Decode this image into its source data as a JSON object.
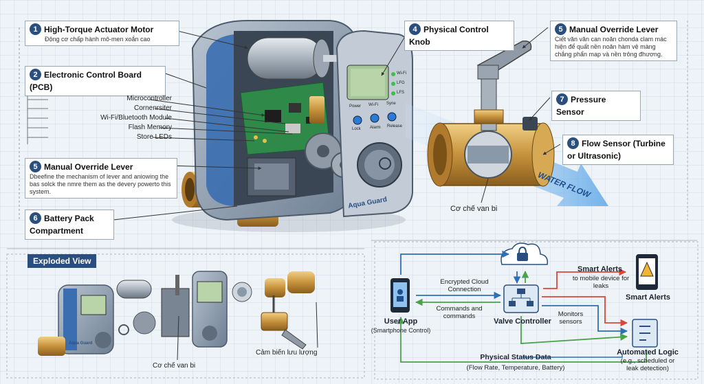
{
  "callouts": {
    "c1": {
      "num": "1",
      "title": "High-Torque Actuator Motor",
      "sub": "Động cơ chấp hành mô-men xoắn cao"
    },
    "c2": {
      "num": "2",
      "title": "Electronic Control Board (PCB)"
    },
    "pcb_items": [
      "Microcontroller",
      "Cornenrsiter",
      "Wi-Fi/Bluetooth Module",
      "Flash Memory",
      "Store LEDs"
    ],
    "c5a": {
      "num": "5",
      "title": "Manual Override Lever",
      "sub": "Dbeefine the mechanism of lever and aniowing the bas solck the nmre them as the devery powerto this system."
    },
    "c6": {
      "num": "6",
      "title": "Battery Pack Compartment"
    },
    "c4": {
      "num": "4",
      "title": "Physical Control Knob"
    },
    "c5b": {
      "num": "5",
      "title": "Manual Override Lever",
      "sub": "Ciết văn văn can noăn chonda clam mác hiện để quất nền noăn hàm vệ màng chắng phẩn map và nền trông đhương."
    },
    "c7": {
      "num": "7",
      "title": "Pressure Sensor"
    },
    "c8": {
      "num": "8",
      "title": "Flow Sensor (Turbine or Ultrasonic)"
    }
  },
  "device": {
    "brand": "Aqua Guard",
    "buttons": [
      "Power",
      "Wi-Fi",
      "Syne"
    ],
    "button_labels": [
      "Lock",
      "Alarm",
      "Release"
    ],
    "leds": [
      "Wi-Fi",
      "LFG",
      "LFS"
    ]
  },
  "valve": {
    "ball_valve_label": "Cơ chế van bi",
    "water_flow": "WATER FLOW"
  },
  "exploded": {
    "heading": "Exploded View",
    "brand_small": "Aqua Guard",
    "ball_valve_label": "Cơ chế van bi",
    "flow_sensor_label": "Cảm biến lưu lượng"
  },
  "system": {
    "user_app_title": "User App",
    "user_app_sub": "(Smartphone Control)",
    "encrypted": "Encrypted Cloud Connection",
    "commands": "Commands and commands",
    "valve_controller": "Valve Controller",
    "monitors": "Monitors sensors",
    "smart_alerts_arrow": "Smart Alerts",
    "smart_alerts_sub": "to mobile device for leaks",
    "smart_alerts_title": "Smart Alerts",
    "automated_title": "Automated Logic",
    "automated_sub": "(e.g., scheduled or leak detection)",
    "physical_status": "Physical Status Data",
    "physical_status_sub": "(Flow Rate, Temperature, Battery)"
  },
  "colors": {
    "blue_arrow": "#2f6fb5",
    "red_arrow": "#d9473a",
    "green_arrow": "#4aa24a",
    "brass": "#c89a45",
    "device_gray": "#8796a8",
    "accent_blue": "#2a4f7e"
  }
}
